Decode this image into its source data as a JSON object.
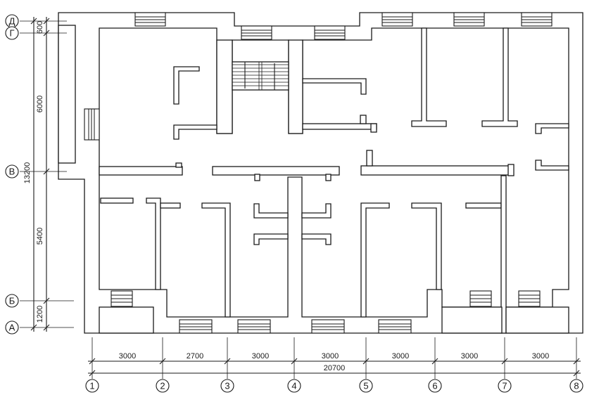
{
  "drawing": {
    "bubbles_x": [
      "1",
      "2",
      "3",
      "4",
      "5",
      "6",
      "7",
      "8"
    ],
    "bubbles_y": [
      "Д",
      "Г",
      "В",
      "Б",
      "А"
    ],
    "dims_bottom": [
      "3000",
      "2700",
      "3000",
      "3000",
      "3000",
      "3000",
      "3000"
    ],
    "dim_total_bottom": "20700",
    "dims_left": [
      "600",
      "6000",
      "5400",
      "1200"
    ],
    "dim_total_left": "13200"
  }
}
